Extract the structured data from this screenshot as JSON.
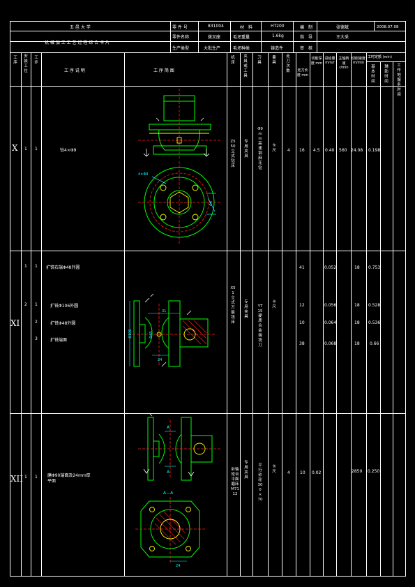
{
  "header": {
    "university": "五 邑 大 学",
    "card_title": "机 械 加 工 工 艺 过 程 综 合 卡 片",
    "part_no_label": "零 件 号",
    "part_no": "831004",
    "material_label": "材　料",
    "material": "HT200",
    "compiled_label": "编　制",
    "compiler": "张德斌",
    "date": "2008.07.08",
    "part_name_label": "零件名称",
    "part_name": "拨叉座",
    "blank_weight_label": "毛坯重量",
    "blank_weight": "1.6kg",
    "guide_label": "指　导",
    "guide": "王大采",
    "production_label": "生产类型",
    "production": "大批生产",
    "blank_type_label": "毛坯种类",
    "blank_type": "铸造件",
    "review_label": "审　核",
    "review": ""
  },
  "columns": {
    "op": "工 序",
    "setup": "安 装 工 位",
    "step": "工 步",
    "description": "工 序 说 明",
    "sketch": "工 序 简 图",
    "machine": "机 床",
    "fixture": "夹具或工具",
    "tool": "刀 具",
    "gauge": "量 具",
    "passes": "走刀次数",
    "length": "走刀长度 mm",
    "depth": "切削深度 mm",
    "feed": "进给量 mm/r",
    "speed": "主轴转速 r/min",
    "cut_speed": "切削速度 m/min",
    "time_header": "工时定额 (min)",
    "basic": "基本时间",
    "aux": "辅助时间",
    "place": "工作地服务时间"
  },
  "rows": [
    {
      "roman": "X",
      "setup": "1",
      "step": "1",
      "desc": "钻4×Φ9",
      "machine": "Z550立式钻床",
      "fixture": "专用夹具",
      "tool": "Φ9 mm高速钢麻花钻",
      "gauge": "卡尺",
      "passes": "4",
      "length": "16",
      "depth": "4.5",
      "feed": "0.40",
      "speed": "560",
      "cut_speed": "24.08",
      "time": "0.198",
      "dims": [
        "4×Φ9",
        "Φ4"
      ]
    },
    {
      "roman": "XI",
      "steps": [
        {
          "setup": "1",
          "step": "1",
          "desc": "扩铣右端Φ48外圆",
          "length": "41",
          "feed": "0.052",
          "speed": "18",
          "time": "0.753"
        },
        {
          "setup": "2",
          "step": "1",
          "desc": "扩铣Φ106外圆",
          "length": "12",
          "feed": "0.056",
          "speed": "18",
          "time": "0.528"
        },
        {
          "setup": "",
          "step": "2",
          "desc": "扩铣Φ48外圆",
          "length": "10",
          "feed": "0.064",
          "speed": "18",
          "time": "0.536"
        },
        {
          "setup": "",
          "step": "3",
          "desc": "扩铣端面",
          "length": "38",
          "feed": "0.068",
          "speed": "18",
          "time": "0.66"
        }
      ],
      "machine": "X51立式万能铣床",
      "fixture": "专用夹具",
      "tool": "YT15硬质合金端铣刀",
      "gauge": "卡尺",
      "dims": [
        "Φ106",
        "Φ48",
        "31",
        "24"
      ]
    },
    {
      "roman": "XII",
      "setup": "1",
      "step": "1",
      "desc": "磨Φ90端面及24mm厚平面",
      "machine": "卧轴矩台平面磨床M7112",
      "fixture": "专用夹具",
      "tool": "平行砂轮300×70",
      "gauge": "卡尺",
      "passes": "4",
      "length": "10",
      "depth": "0.02",
      "speed": "2850",
      "time": "0.250",
      "section": "A—A",
      "dims": [
        "A",
        "A",
        "24"
      ]
    }
  ]
}
